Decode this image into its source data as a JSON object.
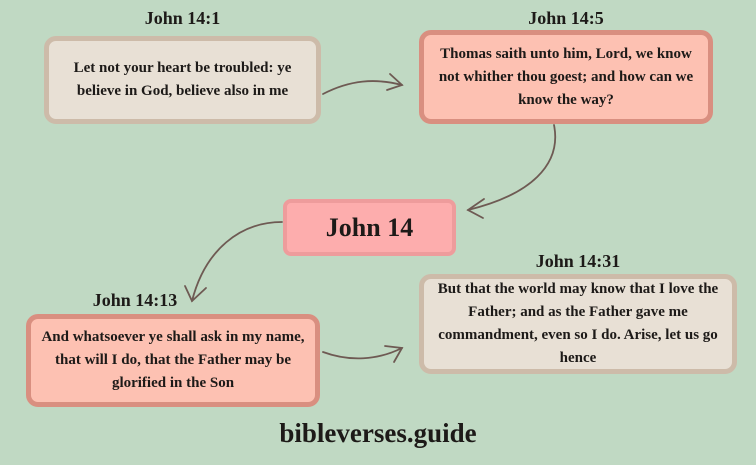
{
  "diagram": {
    "center": {
      "label": "John 14"
    },
    "nodes": [
      {
        "id": "v1",
        "reference": "John 14:1",
        "text": "Let not your heart be troubled: ye believe in God, believe also in me",
        "style": "beige"
      },
      {
        "id": "v5",
        "reference": "John 14:5",
        "text": "Thomas saith unto him, Lord, we know not whither thou goest; and how can we know the way?",
        "style": "salmon"
      },
      {
        "id": "v13",
        "reference": "John 14:13",
        "text": "And whatsoever ye shall ask in my name, that will I do, that the Father may be glorified in the Son",
        "style": "salmon"
      },
      {
        "id": "v31",
        "reference": "John 14:31",
        "text": "But that the world may know that I love the Father; and as the Father gave me commandment, even so I do. Arise, let us go hence",
        "style": "beige"
      }
    ],
    "edges": [
      {
        "from": "v1",
        "to": "v5"
      },
      {
        "from": "v5",
        "to": "center"
      },
      {
        "from": "center",
        "to": "v13"
      },
      {
        "from": "v13",
        "to": "v31"
      }
    ]
  },
  "footer": {
    "site": "bibleverses.guide"
  },
  "colors": {
    "background": "#c0d9c3",
    "beige_fill": "#e8e0d5",
    "beige_border": "#cdbba9",
    "salmon_fill": "#fdc1b2",
    "salmon_border": "#d98f80",
    "center_fill": "#fdadad",
    "arrow": "#6e5a53"
  }
}
